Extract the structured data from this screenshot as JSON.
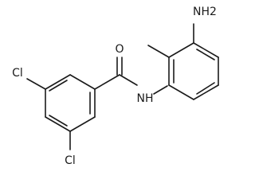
{
  "molecule": {
    "atom_labels": {
      "oxygen": "O",
      "amide_nitrogen": "NH",
      "amino_group": "NH2",
      "chlorine_upper": "Cl",
      "chlorine_lower": "Cl"
    },
    "colors": {
      "bond": "#1a1a1a",
      "label": "#1a1a1a",
      "background": "#ffffff"
    }
  }
}
